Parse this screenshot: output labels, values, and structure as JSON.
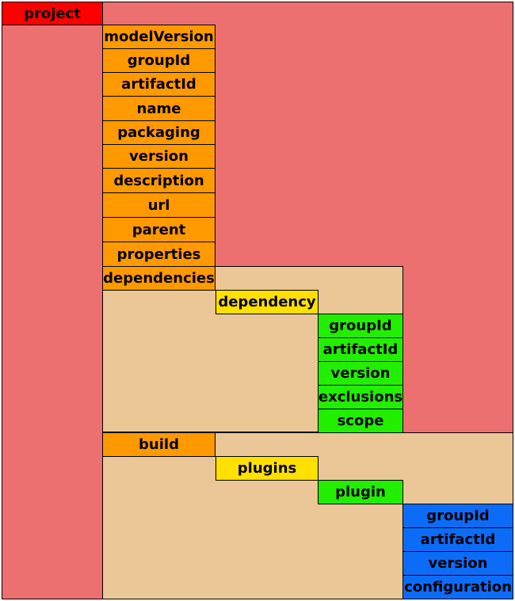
{
  "colors": {
    "project_area": "#ed7070",
    "nested_area": "#ebc797",
    "root_node": "#ff0000",
    "level1_node": "#ff9900",
    "level2_node": "#ffe000",
    "level3_node": "#22ee00",
    "level4_node": "#0d6cf7"
  },
  "project": {
    "label": "project"
  },
  "project_children": [
    {
      "label": "modelVersion"
    },
    {
      "label": "groupId"
    },
    {
      "label": "artifactId"
    },
    {
      "label": "name"
    },
    {
      "label": "packaging"
    },
    {
      "label": "version"
    },
    {
      "label": "description"
    },
    {
      "label": "url"
    },
    {
      "label": "parent"
    },
    {
      "label": "properties"
    }
  ],
  "dependencies": {
    "label": "dependencies",
    "dependency": {
      "label": "dependency",
      "children": [
        {
          "label": "groupId"
        },
        {
          "label": "artifactId"
        },
        {
          "label": "version"
        },
        {
          "label": "exclusions"
        },
        {
          "label": "scope"
        }
      ]
    }
  },
  "build": {
    "label": "build",
    "plugins": {
      "label": "plugins",
      "plugin": {
        "label": "plugin",
        "children": [
          {
            "label": "groupId"
          },
          {
            "label": "artifactId"
          },
          {
            "label": "version"
          },
          {
            "label": "configuration"
          }
        ]
      }
    }
  }
}
